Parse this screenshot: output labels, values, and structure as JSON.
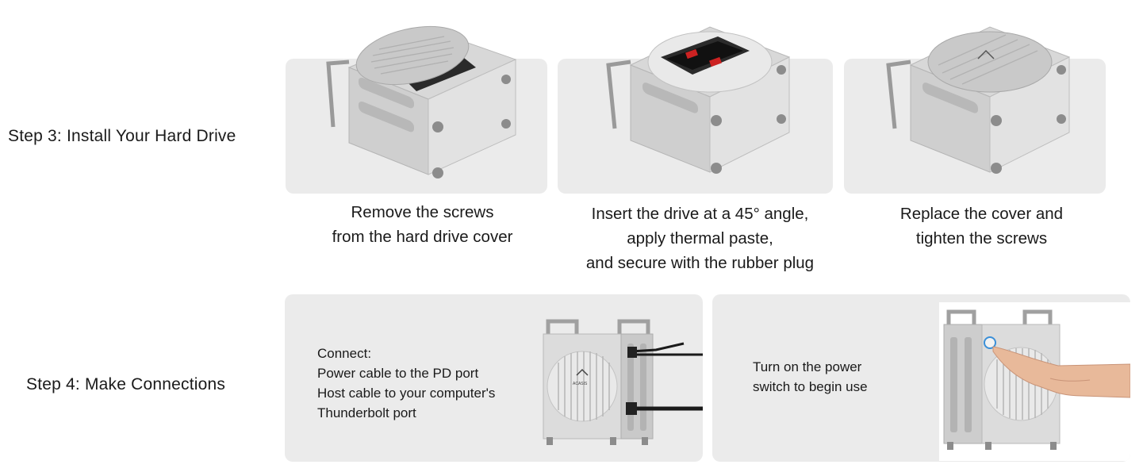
{
  "step3": {
    "title": "Step 3: Install Your Hard Drive",
    "captions": [
      "Remove the screws\nfrom the hard drive cover",
      "Insert the drive at a 45° angle,\napply thermal paste,\nand secure with the rubber plug",
      "Replace the cover and\ntighten the screws"
    ]
  },
  "step4": {
    "title": "Step 4: Make Connections",
    "connect_text": "Connect:\nPower cable to the PD port\nHost cable to your computer's\nThunderbolt port",
    "power_text": "Turn on the power\nswitch to begin use",
    "logo_text": "ACASIS"
  }
}
